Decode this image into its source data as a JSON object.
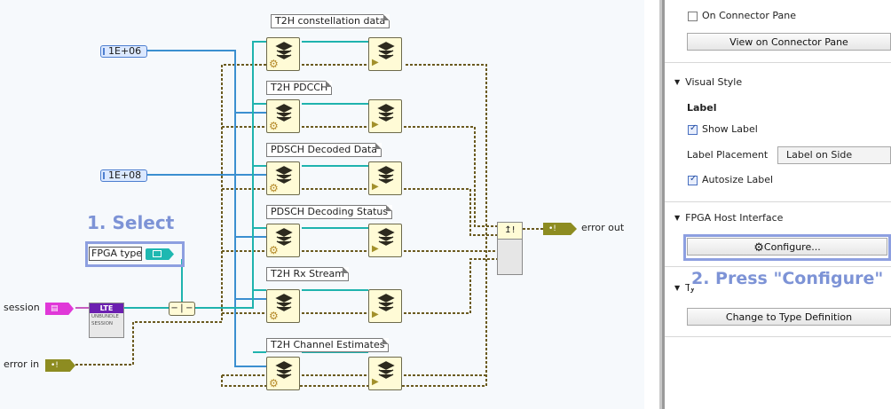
{
  "diagram": {
    "node_labels": [
      "T2H constellation data",
      "T2H PDCCH",
      "PDSCH Decoded Data",
      "PDSCH Decoding Status",
      "T2H Rx Stream",
      "T2H Channel Estimates"
    ],
    "constants": [
      "1E+06",
      "1E+08"
    ],
    "fpga_type_label": "FPGA type",
    "unbundle": {
      "badge": "LTE",
      "text1": "UNBUNDLE",
      "text2": "SESSION"
    },
    "session_label": "session",
    "error_in_label": "error in",
    "error_out_label": "error out",
    "colors": {
      "teal_wire": "#1fb3ae",
      "blue_wire": "#3b8fd0",
      "error_wire": "#6a5a1f",
      "node_fill": "#fffbd6"
    }
  },
  "annotations": {
    "step1": "1. Select",
    "step2": "2. Press \"Configure\"",
    "highlight_color": "#8d9fe0"
  },
  "panel": {
    "on_connector_pane": "On Connector Pane",
    "view_on_connector_pane": "View on Connector Pane",
    "visual_style": "Visual Style",
    "label_heading": "Label",
    "show_label": "Show Label",
    "label_placement": "Label Placement",
    "label_on_side": "Label on Side",
    "autosize_label": "Autosize Label",
    "fpga_host_interface": "FPGA Host Interface",
    "configure": "Configure...",
    "type_section": "Ty",
    "change_to_type_def": "Change to Type Definition"
  }
}
